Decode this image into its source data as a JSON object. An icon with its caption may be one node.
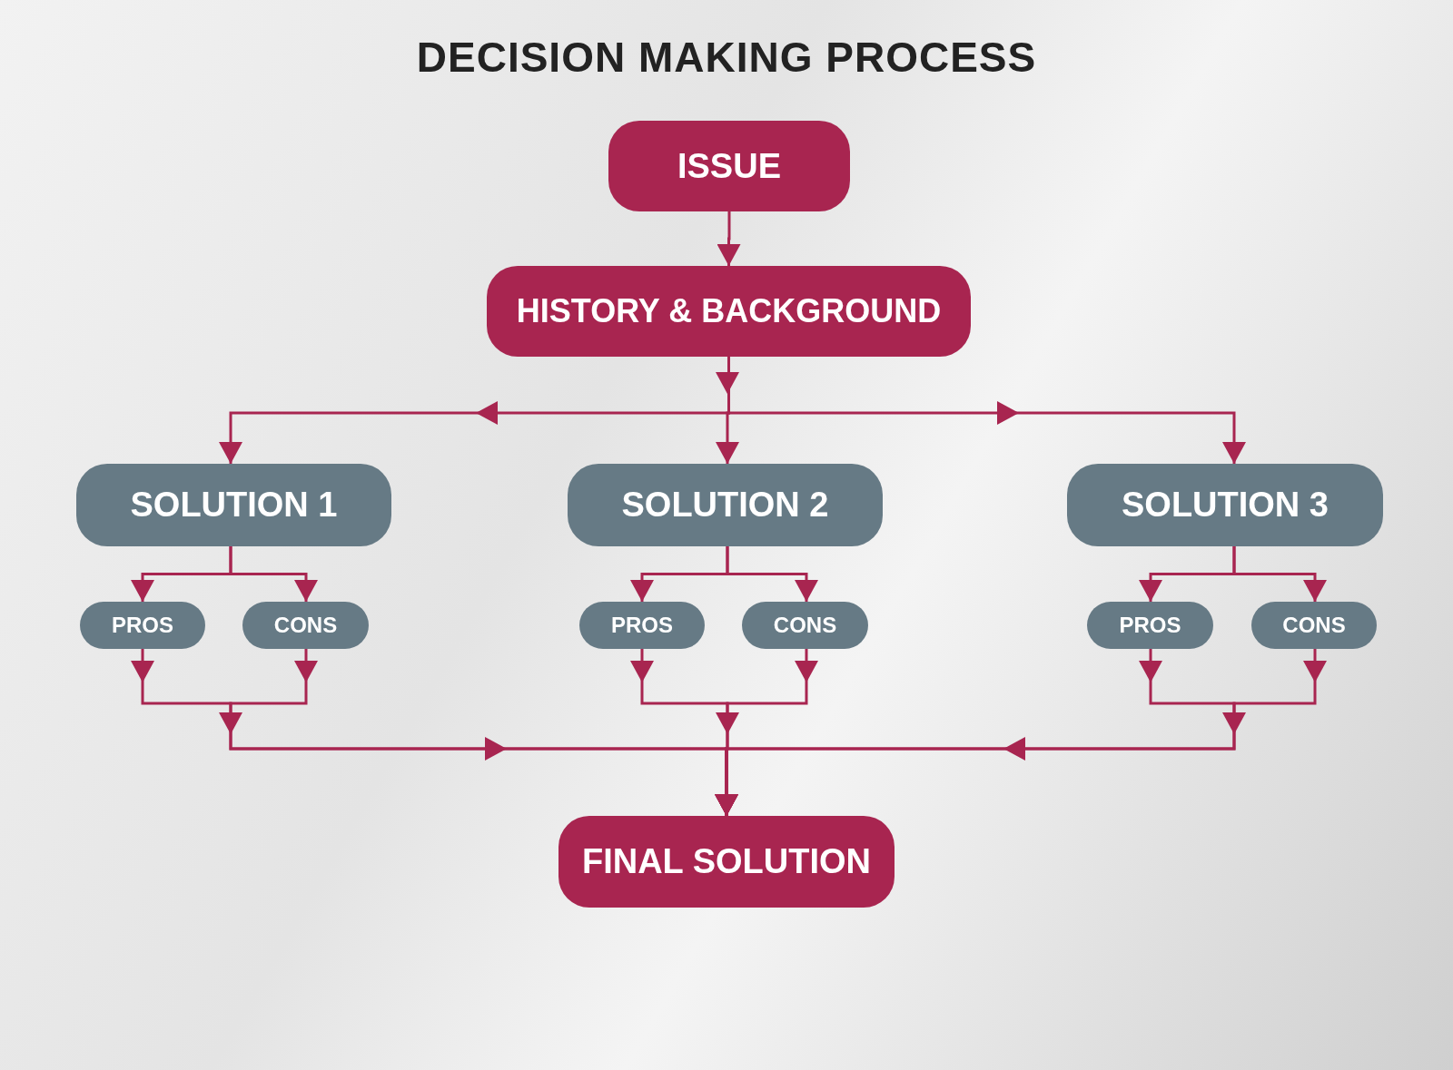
{
  "diagram": {
    "title": "DECISION MAKING PROCESS",
    "nodes": [
      {
        "text": [
          "ISSUE"
        ]
      },
      {
        "text": [
          "HISTORY & BACKGROUND"
        ]
      },
      {
        "text": [
          "SOLUTION 1"
        ]
      },
      {
        "text": [
          "SOLUTION 2"
        ]
      },
      {
        "text": [
          "SOLUTION 3"
        ]
      },
      {
        "text": [
          "PROS"
        ]
      },
      {
        "text": [
          "CONS"
        ]
      },
      {
        "text": [
          "PROS"
        ]
      },
      {
        "text": [
          "CONS"
        ]
      },
      {
        "text": [
          "PROS"
        ]
      },
      {
        "text": [
          "CONS"
        ]
      },
      {
        "text": [
          "FINAL SOLUTION"
        ]
      }
    ],
    "edges": [
      {
        "from": 0,
        "to": 1,
        "arrow": "to"
      },
      {
        "from": 1,
        "to": 2,
        "arrow": "to"
      },
      {
        "from": 1,
        "to": 3,
        "arrow": "to"
      },
      {
        "from": 1,
        "to": 4,
        "arrow": "to"
      },
      {
        "from": 2,
        "to": 5,
        "arrow": "to"
      },
      {
        "from": 2,
        "to": 6,
        "arrow": "to"
      },
      {
        "from": 3,
        "to": 7,
        "arrow": "to"
      },
      {
        "from": 3,
        "to": 8,
        "arrow": "to"
      },
      {
        "from": 4,
        "to": 9,
        "arrow": "to"
      },
      {
        "from": 4,
        "to": 10,
        "arrow": "to"
      },
      {
        "from": 5,
        "to": 11,
        "arrow": "to"
      },
      {
        "from": 6,
        "to": 11,
        "arrow": "to"
      },
      {
        "from": 7,
        "to": 11,
        "arrow": "to"
      },
      {
        "from": 8,
        "to": 11,
        "arrow": "to"
      },
      {
        "from": 9,
        "to": 11,
        "arrow": "to"
      },
      {
        "from": 10,
        "to": 11,
        "arrow": "to"
      }
    ]
  }
}
